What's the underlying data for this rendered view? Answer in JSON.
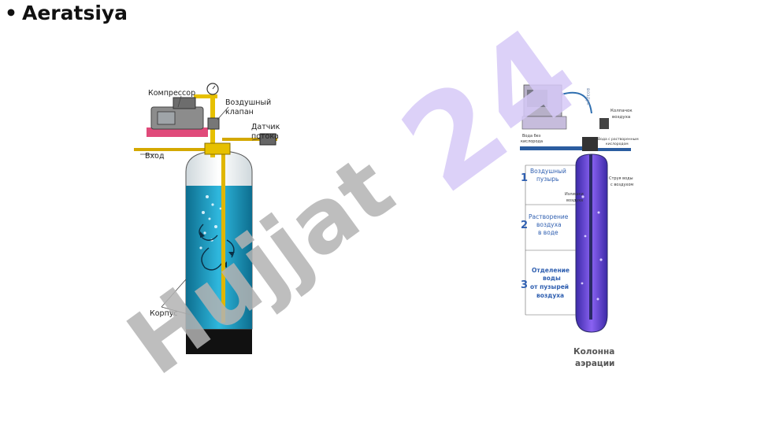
{
  "slide": {
    "bullet": "•",
    "title": "Aeratsiya"
  },
  "watermark": {
    "text_gray": "Hujjat",
    "text_violet": "24"
  },
  "left_diagram": {
    "labels": {
      "compressor": "Компрессор",
      "air_valve_1": "Воздушный",
      "air_valve_2": "клапан",
      "flow_sensor_1": "Датчик",
      "flow_sensor_2": "потока",
      "inlet": "Вход",
      "body": "Корпус"
    }
  },
  "right_diagram": {
    "labels": {
      "air_vertical": "воздух",
      "air_cap_1": "Колпачок",
      "air_cap_2": "воздуха",
      "water_in_1": "Вода без",
      "water_in_2": "кислорода",
      "water_out_1": "Вода с растворенным",
      "water_out_2": "кислородом",
      "excess_air_1": "Излишки",
      "excess_air_2": "воздуха",
      "jet_1": "Струя воды",
      "jet_2": "с воздухом",
      "column_1": "Колонна",
      "column_2": "аэрации"
    },
    "stages": [
      {
        "num": "1",
        "lines": [
          "Воздушный",
          "пузырь"
        ]
      },
      {
        "num": "2",
        "lines": [
          "Растворение",
          "воздуха",
          "в воде"
        ]
      },
      {
        "num": "3",
        "lines": [
          "Отделение",
          "воды",
          "от пузырей",
          "воздуха"
        ]
      }
    ]
  },
  "colors": {
    "water_blue": "#1ea6cf",
    "column_violet": "#7b52ea",
    "watermark_gray": "#b3b3b3",
    "watermark_violet": "#d6c9f7",
    "stage_text": "#2f5fb0"
  }
}
